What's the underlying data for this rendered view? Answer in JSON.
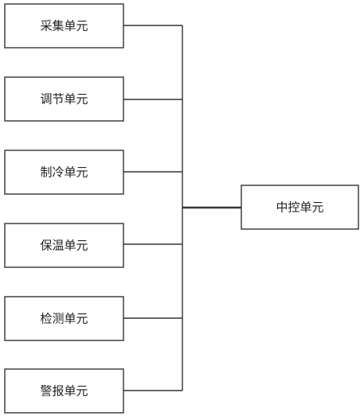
{
  "units": [
    {
      "label": "采集单元"
    },
    {
      "label": "调节单元"
    },
    {
      "label": "制冷单元"
    },
    {
      "label": "保温单元"
    },
    {
      "label": "检测单元"
    },
    {
      "label": "警报单元"
    }
  ],
  "controller": {
    "label": "中控单元"
  },
  "colors": {
    "line": "#333333",
    "text": "#222222",
    "box_fill": "#ffffff"
  }
}
